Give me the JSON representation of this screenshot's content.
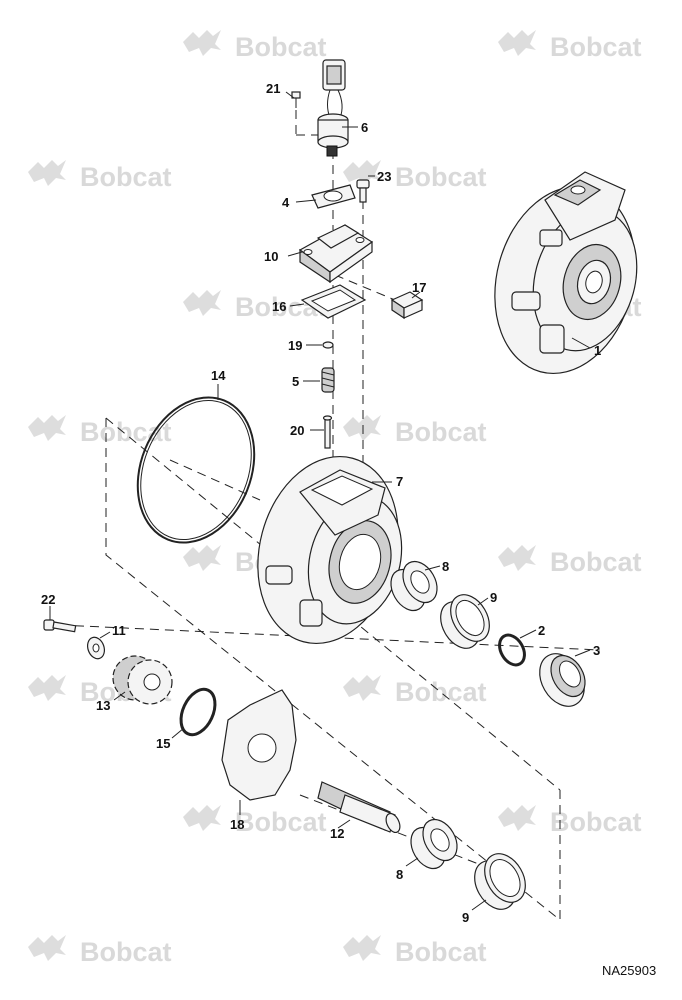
{
  "watermark": {
    "text": "Bobcat"
  },
  "drawing_number": "NA25903",
  "callouts": [
    "21",
    "6",
    "23",
    "4",
    "10",
    "17",
    "16",
    "1",
    "19",
    "14",
    "5",
    "20",
    "7",
    "8",
    "9",
    "2",
    "22",
    "11",
    "3",
    "13",
    "15",
    "18",
    "12",
    "8",
    "9"
  ]
}
